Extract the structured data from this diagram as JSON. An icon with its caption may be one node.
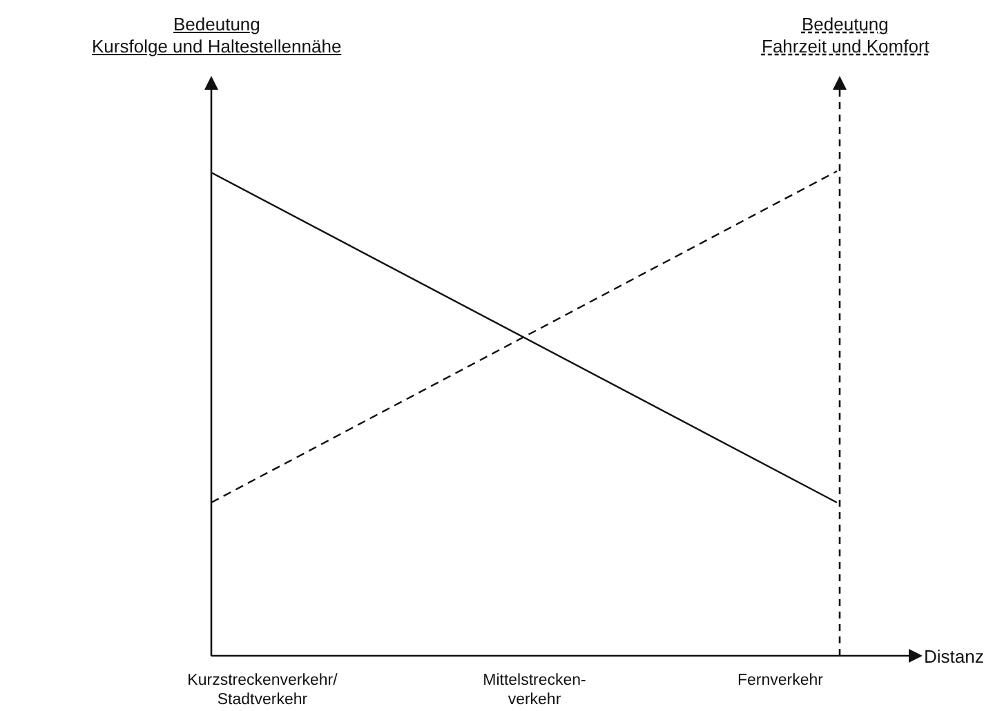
{
  "diagram": {
    "labels": [
      "Bedeutung",
      "Kursfolge und Haltestellennähe",
      "Bedeutung",
      "Fahrzeit und Komfort",
      "Distanz",
      "Kurzstreckenverkehr/ Stadtverkehr",
      "Mittelstrecken- verkehr",
      "Fernverkehr"
    ]
  }
}
